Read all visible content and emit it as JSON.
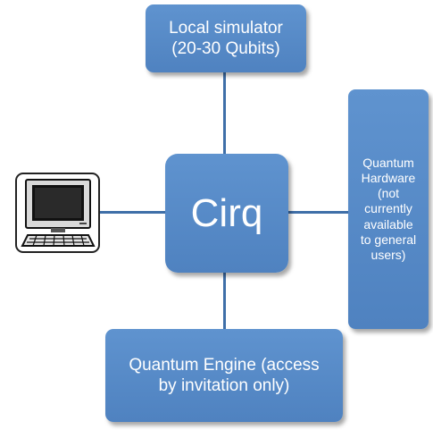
{
  "nodes": {
    "center": "Cirq",
    "top": "Local simulator\n(20-30 Qubits)",
    "right": "Quantum\nHardware\n(not\ncurrently\navailable\nto general\nusers)",
    "bottom": "Quantum Engine (access\nby invitation only)",
    "left_icon": "computer-icon"
  },
  "colors": {
    "box_fill": "#5b8fcc",
    "connector": "#3f6fa8",
    "text": "#ffffff"
  }
}
